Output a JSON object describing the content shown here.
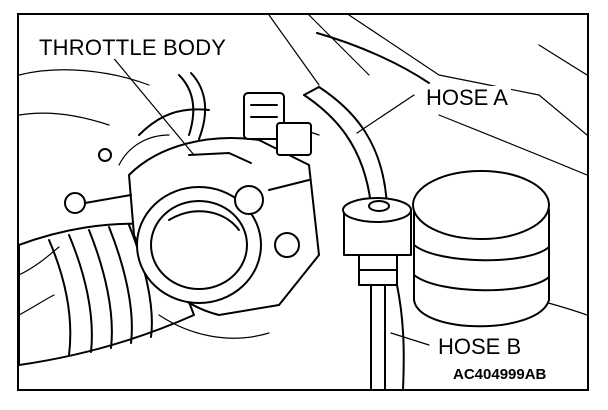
{
  "labels": {
    "throttle_body": "THROTTLE BODY",
    "hose_a": "HOSE A",
    "hose_b": "HOSE B",
    "figure_code": "AC404999AB"
  },
  "colors": {
    "ink": "#000000",
    "paper": "#ffffff"
  }
}
